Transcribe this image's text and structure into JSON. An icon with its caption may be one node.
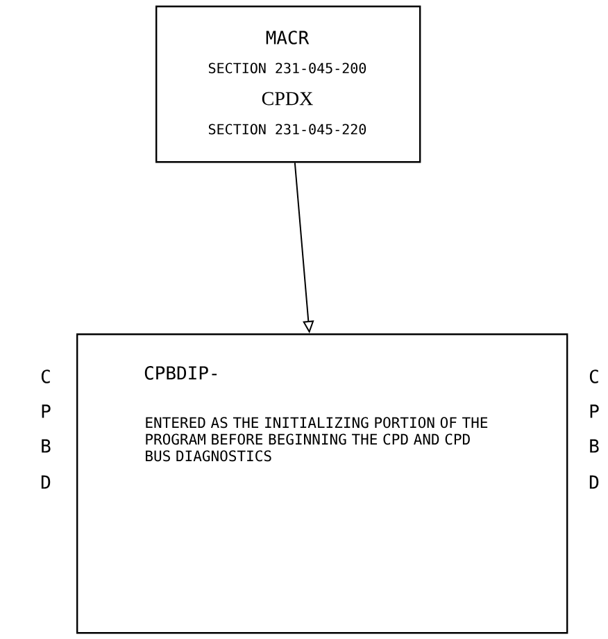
{
  "diagram": {
    "nodes": [
      {
        "text": [
          "MACR",
          "SECTION 231-045-200",
          "CPDX",
          "SECTION 231-045-220"
        ]
      },
      {
        "text": [
          "CPBDIP-",
          "ENTERED AS THE INITIALIZING PORTION OF THE PROGRAM BEFORE BEGINNING THE CPD AND CPD BUS DIAGNOSTICS"
        ]
      }
    ],
    "edges": [
      {
        "from": 0,
        "to": 1,
        "arrow": "to"
      }
    ],
    "labels": [
      "C",
      "P",
      "B",
      "D",
      "C",
      "P",
      "B",
      "D"
    ]
  }
}
